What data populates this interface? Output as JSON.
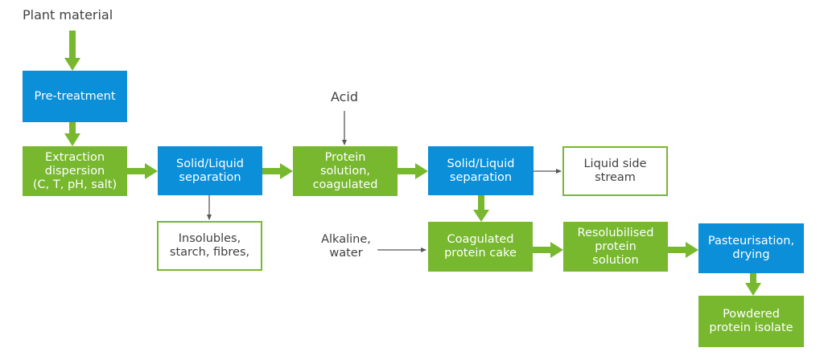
{
  "colors": {
    "blue": "#0a8fd8",
    "green": "#77b82f",
    "arrow_gray": "#595959",
    "text_gray": "#404040"
  },
  "labels": {
    "plant_material": "Plant material",
    "acid": "Acid",
    "alkaline_water": "Alkaline,\nwater"
  },
  "boxes": {
    "pretreatment": "Pre-treatment",
    "extraction": "Extraction\ndispersion\n(C, T, pH, salt)",
    "solid_liquid_1": "Solid/Liquid\nseparation",
    "protein_solution": "Protein\nsolution,\ncoagulated",
    "solid_liquid_2": "Solid/Liquid\nseparation",
    "liquid_side": "Liquid side\nstream",
    "insolubles": "Insolubles,\nstarch, fibres,",
    "coagulated_cake": "Coagulated\nprotein cake",
    "resolubilised": "Resolubilised\nprotein\nsolution",
    "pasteurisation": "Pasteurisation,\ndrying",
    "powdered": "Powdered\nprotein isolate"
  }
}
